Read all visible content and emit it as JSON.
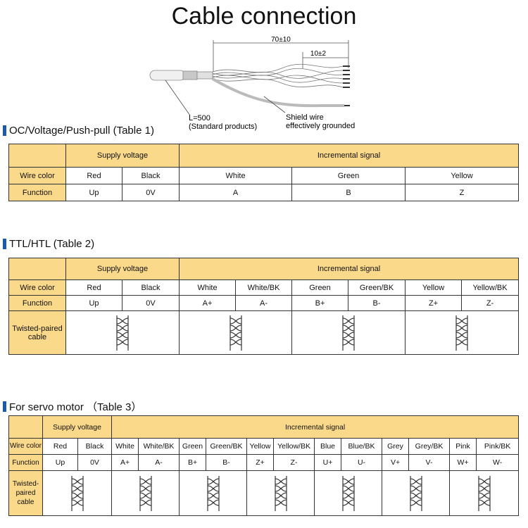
{
  "page_title": "Cable connection",
  "diagram": {
    "dim_total": "70±10",
    "dim_strip": "10±2",
    "length_label": "L=500",
    "length_note": "(Standard products)",
    "shield_label": "Shield wire",
    "shield_note": "effectively grounded"
  },
  "table1": {
    "heading": "OC/Voltage/Push-pull  (Table 1)",
    "group_supply": "Supply voltage",
    "group_signal": "Incremental signal",
    "row_wire": "Wire color",
    "row_function": "Function",
    "wire_colors": [
      "Red",
      "Black",
      "White",
      "Green",
      "Yellow"
    ],
    "functions": [
      "Up",
      "0V",
      "A",
      "B",
      "Z"
    ]
  },
  "table2": {
    "heading": "TTL/HTL  (Table 2)",
    "group_supply": "Supply voltage",
    "group_signal": "Incremental signal",
    "row_wire": "Wire color",
    "row_function": "Function",
    "row_twisted": "Twisted-paired cable",
    "wire_colors": [
      "Red",
      "Black",
      "White",
      "White/BK",
      "Green",
      "Green/BK",
      "Yellow",
      "Yellow/BK"
    ],
    "functions": [
      "Up",
      "0V",
      "A+",
      "A-",
      "B+",
      "B-",
      "Z+",
      "Z-"
    ]
  },
  "table3": {
    "heading": "For servo motor （Table 3）",
    "group_supply": "Supply voltage",
    "group_signal": "Incremental signal",
    "row_wire": "Wire color",
    "row_function": "Function",
    "row_twisted": "Twisted-paired cable",
    "wire_colors": [
      "Red",
      "Black",
      "White",
      "White/BK",
      "Green",
      "Green/BK",
      "Yellow",
      "Yellow/BK",
      "Blue",
      "Blue/BK",
      "Grey",
      "Grey/BK",
      "Pink",
      "Pink/BK"
    ],
    "functions": [
      "Up",
      "0V",
      "A+",
      "A-",
      "B+",
      "B-",
      "Z+",
      "Z-",
      "U+",
      "U-",
      "V+",
      "V-",
      "W+",
      "W-"
    ]
  },
  "colors": {
    "header_fill": "#fbd98a",
    "section_marker": "#1d5aa8",
    "border": "#333333"
  },
  "icons": [
    "twisted-pair-icon",
    "cable-diagram"
  ]
}
